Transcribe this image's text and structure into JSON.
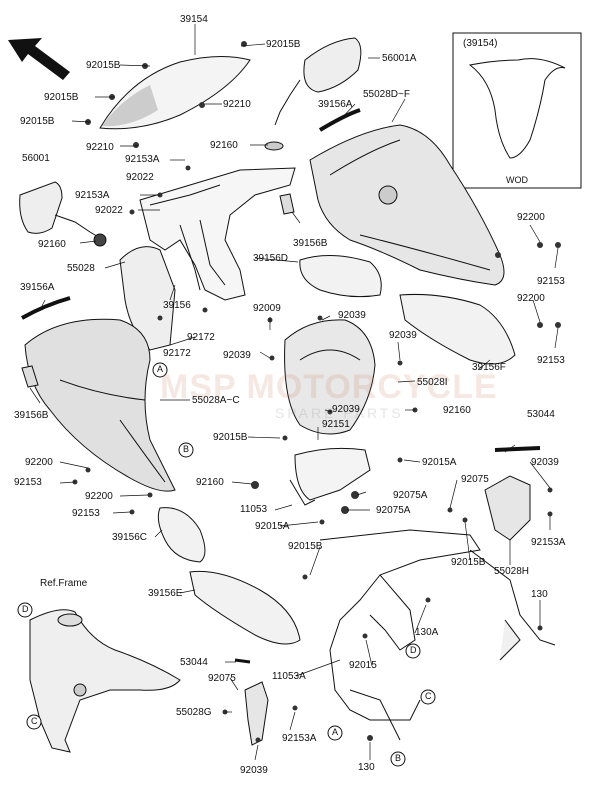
{
  "labels": {
    "l39154": "39154",
    "l92015B_a": "92015B",
    "l56001A": "56001A",
    "l92015B_b": "92015B",
    "l92015B_c": "92015B",
    "l92015B_d": "92015B",
    "l92210_a": "92210",
    "l92210_b": "92210",
    "l39156A_a": "39156A",
    "l55028DF": "55028D~F",
    "l92160_a": "92160",
    "l92153A_a": "92153A",
    "l56001": "56001",
    "l92022_a": "92022",
    "l92153A_b": "92153A",
    "l92022_b": "92022",
    "l92160_b": "92160",
    "l55028": "55028",
    "l39156B_a": "39156B",
    "l92200_a": "92200",
    "l39156D": "39156D",
    "l92153_a": "92153",
    "l39156A_b": "39156A",
    "l39156": "39156",
    "l92009": "92009",
    "l92200_b": "92200",
    "l92172_a": "92172",
    "l92039_a": "92039",
    "l92039_b": "92039",
    "l92172_b": "92172",
    "l92039_c": "92039",
    "l92153_b": "92153",
    "l39156B_b": "39156B",
    "l55028I": "55028I",
    "l39156F": "39156F",
    "l55028AC": "55028A~C",
    "l92039_d": "92039",
    "l92160_c": "92160",
    "l53044_a": "53044",
    "l92151": "92151",
    "l92015B_e": "92015B",
    "l92015A_a": "92015A",
    "l92039_e": "92039",
    "l92200_c": "92200",
    "l92153_c": "92153",
    "l92160_d": "92160",
    "l92075A_a": "92075A",
    "l92075": "92075",
    "l92200_d": "92200",
    "l11053": "11053",
    "l92075A_b": "92075A",
    "l92153_d": "92153",
    "l92015A_b": "92015A",
    "l92015B_f": "92015B",
    "l55028H": "55028H",
    "l92153A_c": "92153A",
    "l39156C": "39156C",
    "l92015B_g": "92015B",
    "l130_a": "130",
    "l39156E": "39156E",
    "l130A": "130A",
    "l92015_a": "92015",
    "l53044_b": "53044",
    "l11053A": "11053A",
    "l92075_b": "92075",
    "l55028G": "55028G",
    "l92153A_d": "92153A",
    "l92039_f": "92039",
    "l130_b": "130"
  },
  "inset": {
    "title": "(39154)",
    "caption": "WOD"
  },
  "ref_frame": "Ref.Frame",
  "callouts": {
    "A": "A",
    "B": "B",
    "C": "C",
    "D": "D"
  },
  "watermark": {
    "main": "MSP MOTORCYCLE",
    "sub": "SPARE PARTS"
  }
}
